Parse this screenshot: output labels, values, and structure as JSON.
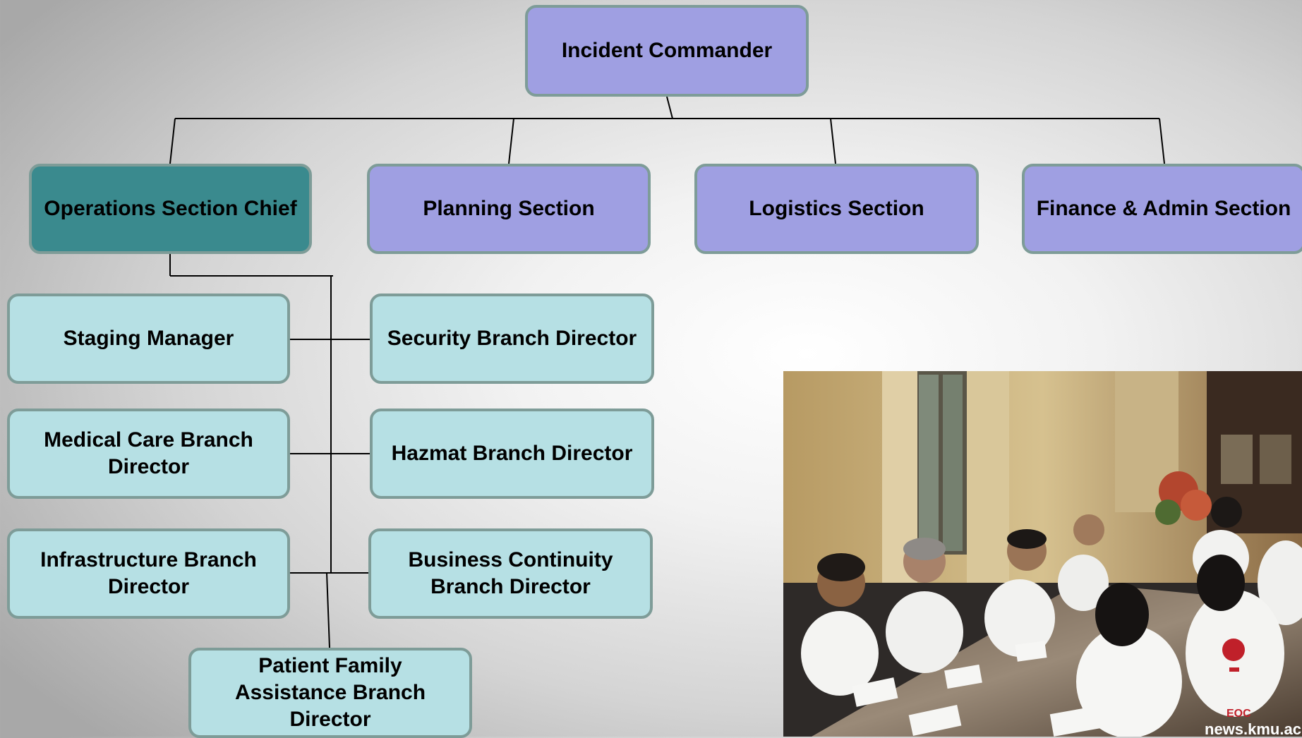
{
  "chart": {
    "top": {
      "label": "Incident Commander"
    },
    "sections": [
      {
        "label": "Operations Section Chief"
      },
      {
        "label": "Planning Section"
      },
      {
        "label": "Logistics Section"
      },
      {
        "label": "Finance & Admin Section"
      }
    ],
    "branches": {
      "staging": "Staging Manager",
      "security": "Security Branch Director",
      "medical": "Medical Care Branch Director",
      "hazmat": "Hazmat Branch Director",
      "infrastructure": "Infrastructure Branch Director",
      "business": "Business Continuity Branch Director",
      "family": "Patient Family Assistance Branch Director"
    }
  },
  "colors": {
    "box_purple": "#9f9fe2",
    "box_teal": "#3a8a8e",
    "box_light": "#b6e0e4",
    "box_border": "#7e9c98"
  },
  "photo": {
    "caption": "news.kmu.ac.ir",
    "vest_text": "EOC"
  }
}
